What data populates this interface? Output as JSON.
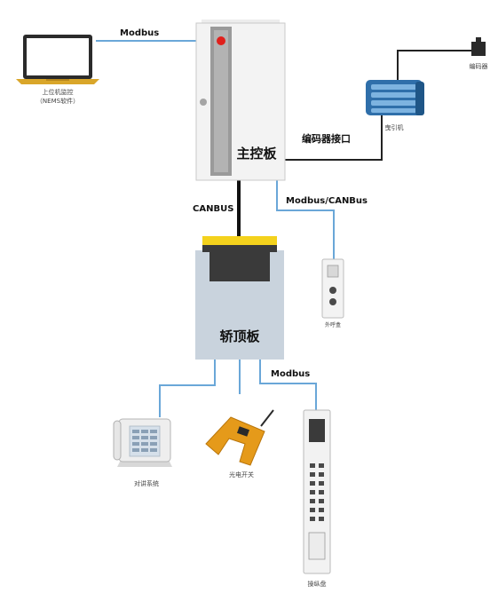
{
  "labels": {
    "laptop_line1": "上位机监控",
    "laptop_line2": "（NEMS软件）",
    "main_board": "主控板",
    "car_top_board": "轿顶板",
    "encoder": "编码器",
    "traction_machine": "曳引机",
    "encoder_interface": "编码器接口",
    "device_small_caption": "外呼盒",
    "intercom": "对讲系统",
    "photo_switch": "光电开关",
    "operation_panel": "操纵盘"
  },
  "links": {
    "laptop_to_main": "Modbus",
    "main_to_car": "CANBUS",
    "main_to_small": "Modbus/CANBus",
    "car_to_panel": "Modbus"
  },
  "colors": {
    "wire_black": "#222222",
    "wire_blue": "#6aa7d8",
    "cabinet": "#f1f1f1",
    "cabinet_border": "#c9c9c9",
    "cabinet_stripe": "#9a9a9a",
    "car_board": "#c9d3dd",
    "car_board_top": "#f4d21d",
    "indicator_red": "#e0201c",
    "motor_blue": "#3b7fbf",
    "sensor_orange": "#e59a1a"
  }
}
